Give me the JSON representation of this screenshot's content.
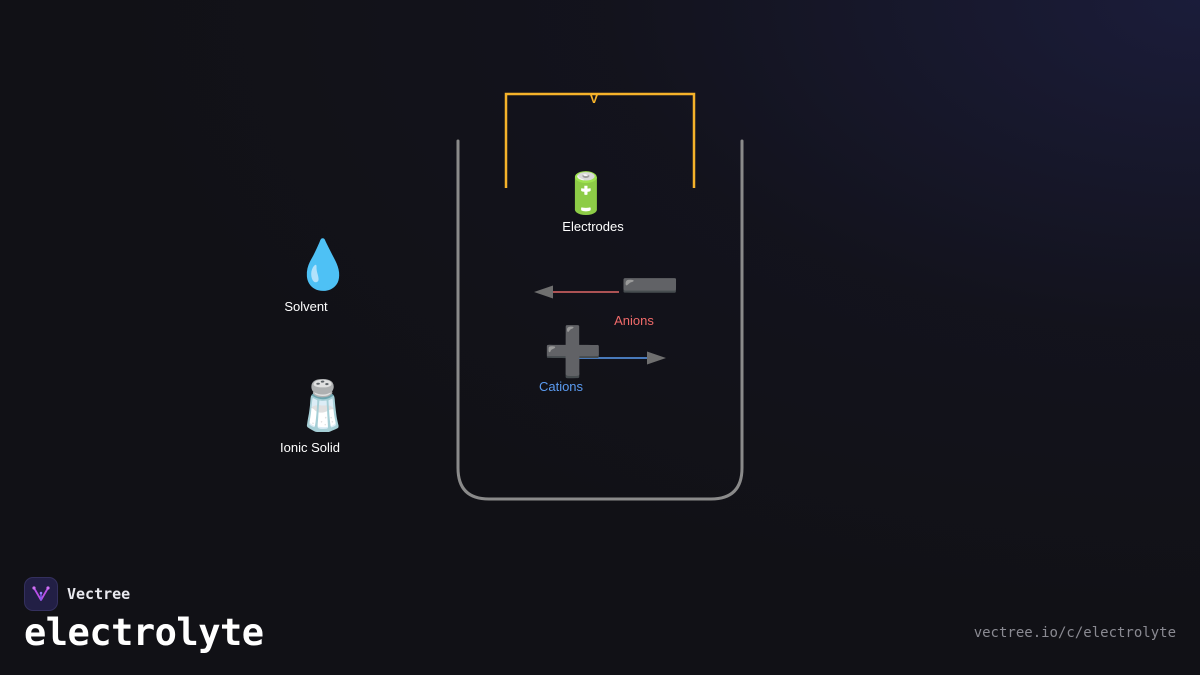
{
  "diagram": {
    "voltage_symbol": "V",
    "items": [
      {
        "key": "solvent",
        "label": "Solvent",
        "icon": "water-drop-icon",
        "glyph": "💧",
        "color": "#ffffff"
      },
      {
        "key": "ionic_solid",
        "label": "Ionic Solid",
        "icon": "salt-shaker-icon",
        "glyph": "🧂",
        "color": "#ffffff"
      },
      {
        "key": "electrodes",
        "label": "Electrodes",
        "icon": "battery-icon",
        "glyph": "🔋",
        "color": "#ffffff"
      },
      {
        "key": "anions",
        "label": "Anions",
        "icon": "minus-icon",
        "glyph": "➖",
        "color": "#f06a6a"
      },
      {
        "key": "cations",
        "label": "Cations",
        "icon": "plus-icon",
        "glyph": "➕",
        "color": "#5b9bf0"
      }
    ],
    "colors": {
      "wire": "#f5b22a",
      "beaker": "#8a8a8a",
      "anion_arrow": "#e06868",
      "cation_arrow": "#5b9bf0"
    }
  },
  "footer": {
    "brand": "Vectree",
    "title": "electrolyte",
    "url": "vectree.io/c/electrolyte"
  }
}
